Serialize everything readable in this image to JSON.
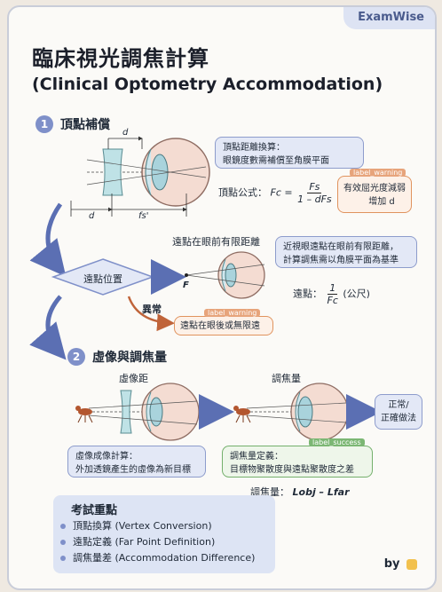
{
  "brand": "ExamWise",
  "title": "臨床視光調焦計算",
  "subtitle": "(Clinical Optometry Accommodation)",
  "section1": {
    "number": "1",
    "title": "頂點補償",
    "label_d_top": "d",
    "label_d_bottom": "d",
    "label_fs": "fs'",
    "info_box": [
      "頂點距離換算：",
      "眼鏡度數需補償至角膜平面"
    ],
    "formula_label": "頂點公式：",
    "formula_lhs": "Fc =",
    "formula_num": "Fs",
    "formula_den": "1 – dFs",
    "warning_tag": "label_warning",
    "warning_text": [
      "有效屈光度減弱",
      "增加 d"
    ]
  },
  "flow": {
    "far_point_node": "遠點位置",
    "far_point_title": "遠點在眼前有限距離",
    "point_f": "F",
    "abnormal": "異常",
    "myopia_box": [
      "近視眼遠點在眼前有限距離，",
      "計算調焦需以角膜平面為基準"
    ],
    "far_formula_label": "遠點：",
    "far_formula_num": "1",
    "far_formula_den": "Fc",
    "far_formula_unit": "(公尺)",
    "warning_tag": "label_warning",
    "warning_text": "遠點在眼後或無限遠"
  },
  "section2": {
    "number": "2",
    "title": "虛像與調焦量",
    "virtual_label": "虛像距",
    "accom_label": "調焦量",
    "result_text": [
      "正常/",
      "正確做法"
    ],
    "virtual_box": [
      "虛像成像計算：",
      "外加透鏡產生的虛像為新目標"
    ],
    "success_tag": "label_success",
    "accom_box": [
      "調焦量定義：",
      "目標物聚散度與遠點聚散度之差"
    ],
    "accom_formula_label": "調焦量：",
    "accom_formula": "Lobj – Lfar"
  },
  "summary": {
    "heading": "考試重點",
    "items": [
      "頂點換算 (Vertex Conversion)",
      "遠點定義 (Far Point Definition)",
      "調焦量差 (Accommodation Difference)"
    ]
  },
  "footer": "by",
  "colors": {
    "accent": "#7f90c9",
    "warning": "#e0935e",
    "success": "#74b06c",
    "info_bg": "#e3e8f6"
  }
}
